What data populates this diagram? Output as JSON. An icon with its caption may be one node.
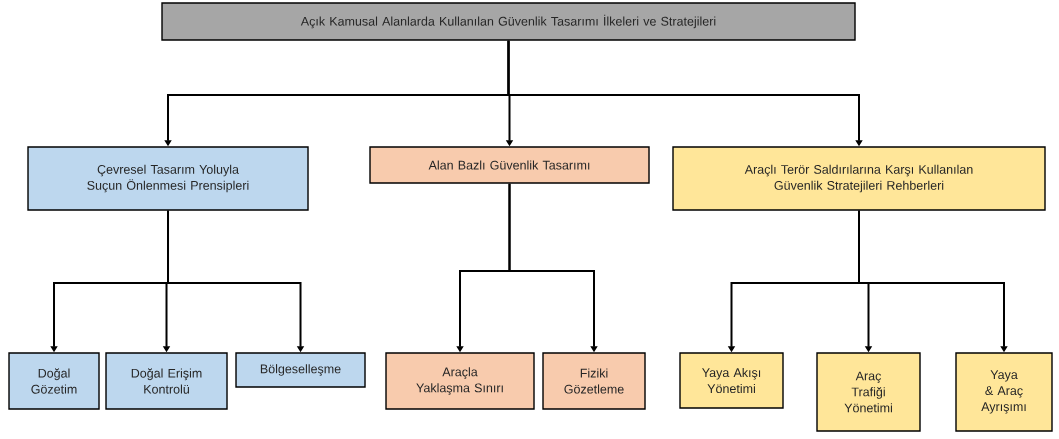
{
  "diagram": {
    "nodes": [
      {
        "text": [
          "Açık Kamusal Alanlarda Kullanılan Güvenlik Tasarımı İlkeleri ve Stratejileri"
        ]
      },
      {
        "text": [
          "Çevresel Tasarım Yoluyla Suçun Önlenmesi Prensipleri"
        ]
      },
      {
        "text": [
          "Alan Bazlı Güvenlik Tasarımı"
        ]
      },
      {
        "text": [
          "Araçlı Terör Saldırılarına Karşı Kullanılan Güvenlik Stratejileri Rehberleri"
        ]
      },
      {
        "text": [
          "Doğal Gözetim"
        ]
      },
      {
        "text": [
          "Doğal Erişim Kontrolü"
        ]
      },
      {
        "text": [
          "Bölgeselleşme"
        ]
      },
      {
        "text": [
          "Araçla Yaklaşma Sınırı"
        ]
      },
      {
        "text": [
          "Fiziki Gözetleme"
        ]
      },
      {
        "text": [
          "Yaya Akışı Yönetimi"
        ]
      },
      {
        "text": [
          "Araç Trafiği Yönetimi"
        ]
      },
      {
        "text": [
          "Yaya & Araç Ayrışımı"
        ]
      }
    ],
    "edges": [
      {
        "from": 0,
        "to": 1,
        "arrow": "to"
      },
      {
        "from": 0,
        "to": 2,
        "arrow": "to"
      },
      {
        "from": 0,
        "to": 3,
        "arrow": "to"
      },
      {
        "from": 1,
        "to": 4,
        "arrow": "to"
      },
      {
        "from": 1,
        "to": 5,
        "arrow": "to"
      },
      {
        "from": 1,
        "to": 6,
        "arrow": "to"
      },
      {
        "from": 2,
        "to": 7,
        "arrow": "to"
      },
      {
        "from": 2,
        "to": 8,
        "arrow": "to"
      },
      {
        "from": 3,
        "to": 9,
        "arrow": "to"
      },
      {
        "from": 3,
        "to": 10,
        "arrow": "to"
      },
      {
        "from": 3,
        "to": 11,
        "arrow": "to"
      }
    ]
  }
}
